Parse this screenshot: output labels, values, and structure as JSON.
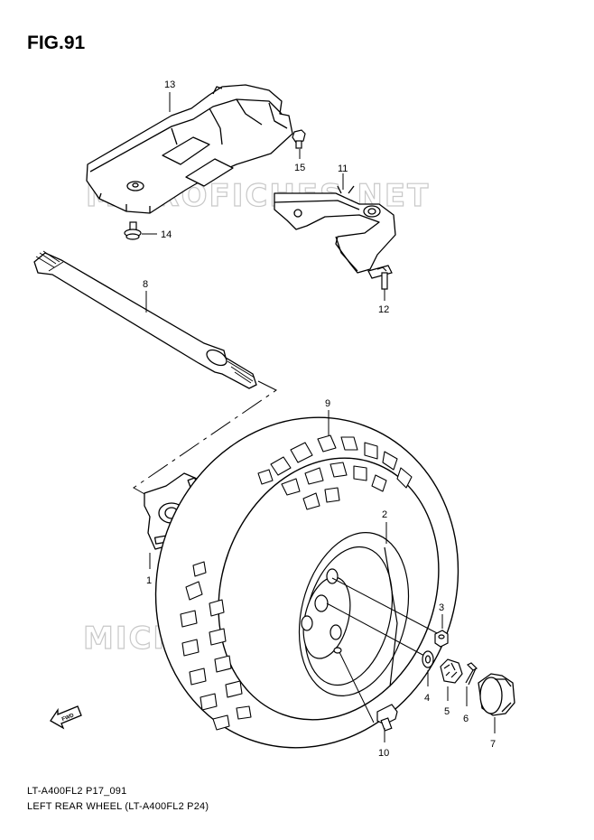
{
  "figure": {
    "title": "FIG.91",
    "code": "LT-A400FL2 P17_091",
    "caption": "LEFT REAR WHEEL (LT-A400FL2 P24)"
  },
  "watermark": "MICROFICHES.NET",
  "fwd_label": "FWD",
  "callouts": {
    "c1": "1",
    "c2": "2",
    "c3": "3",
    "c4": "4",
    "c5": "5",
    "c6": "6",
    "c7": "7",
    "c8": "8",
    "c9": "9",
    "c10": "10",
    "c11": "11",
    "c12": "12",
    "c13": "13",
    "c14": "14",
    "c15": "15"
  },
  "colors": {
    "line": "#000000",
    "watermark": "#c8c8c8"
  }
}
